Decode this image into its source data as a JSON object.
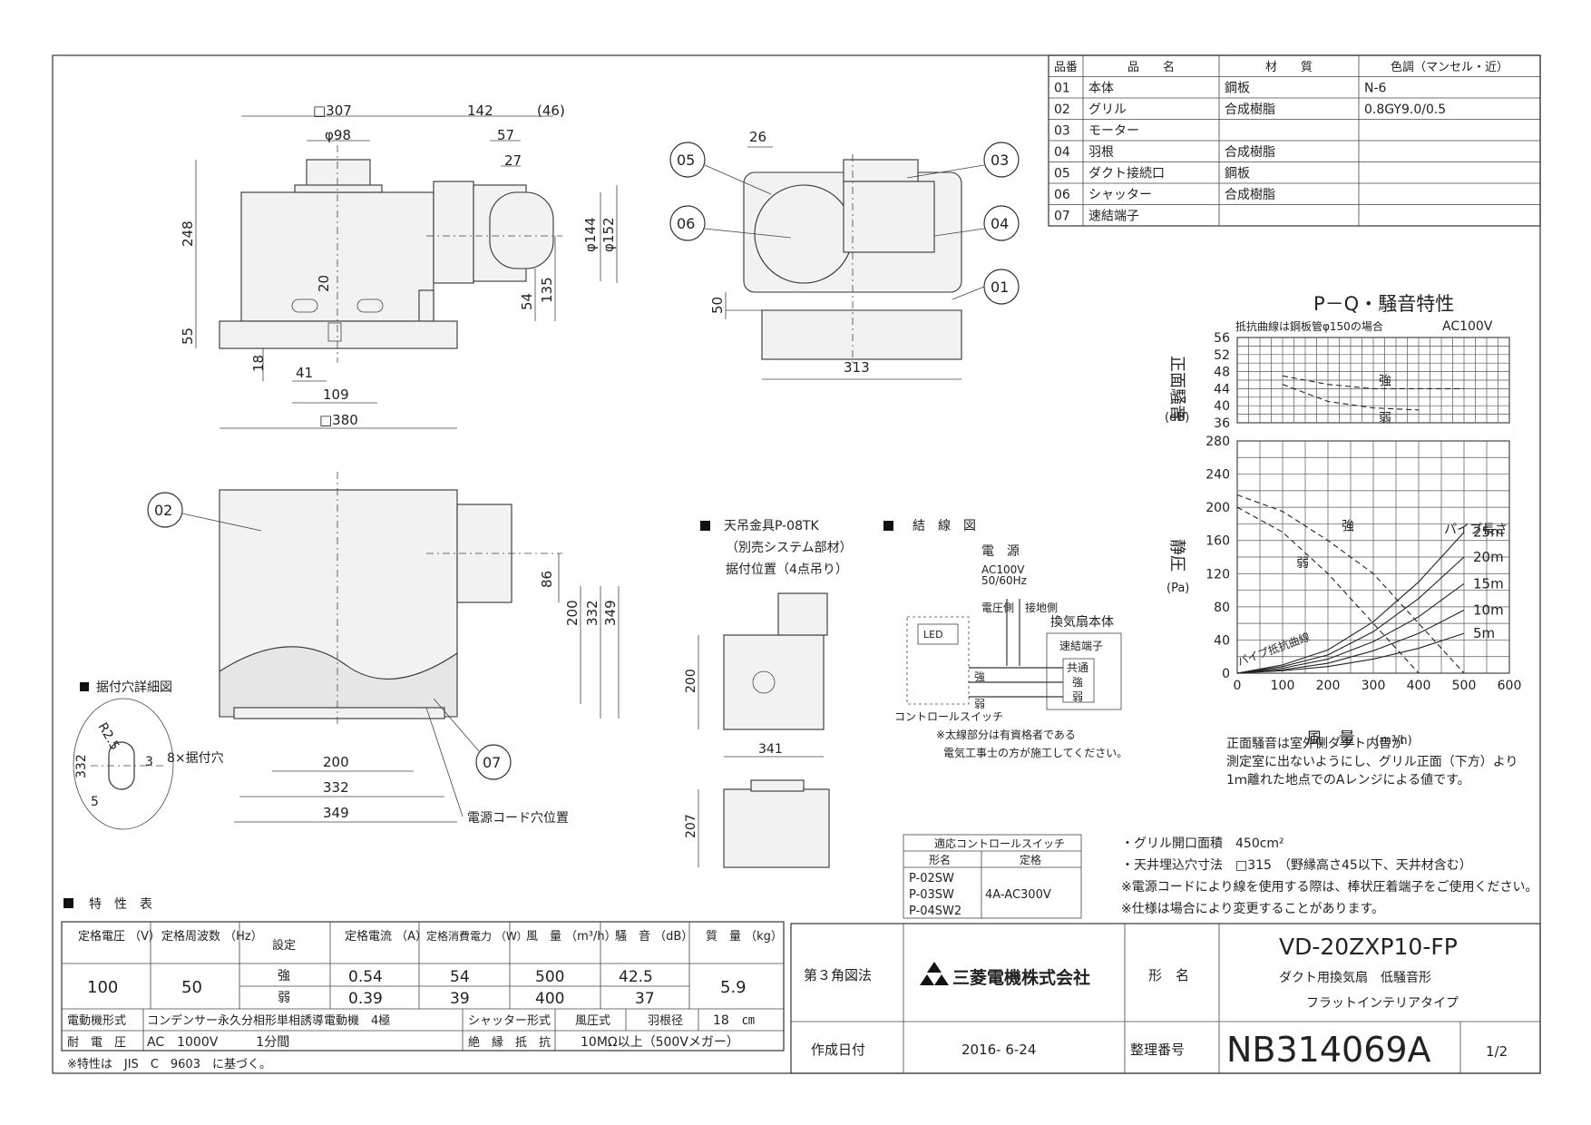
{
  "parts_table": {
    "headers": [
      "品番",
      "品　　名",
      "材　　質",
      "色調（マンセル・近）"
    ],
    "rows": [
      [
        "01",
        "本体",
        "鋼板",
        "N-6"
      ],
      [
        "02",
        "グリル",
        "合成樹脂",
        "0.8GY9.0/0.5"
      ],
      [
        "03",
        "モーター",
        "",
        ""
      ],
      [
        "04",
        "羽根",
        "合成樹脂",
        ""
      ],
      [
        "05",
        "ダクト接続口",
        "鋼板",
        ""
      ],
      [
        "06",
        "シャッター",
        "合成樹脂",
        ""
      ],
      [
        "07",
        "速結端子",
        "",
        ""
      ]
    ]
  },
  "dims": {
    "top": [
      "□307",
      "142",
      "(46)",
      "φ98",
      "57",
      "27",
      "248",
      "55",
      "20",
      "φ144",
      "φ152",
      "54",
      "135",
      "18",
      "41",
      "109",
      "□380"
    ],
    "side": [
      "26",
      "50",
      "313"
    ],
    "front": [
      "86",
      "200",
      "332",
      "349",
      "200",
      "332",
      "349"
    ],
    "detail": [
      "332",
      "R2.5",
      "3",
      "5",
      "8×据付穴"
    ]
  },
  "callouts": [
    "01",
    "02",
    "03",
    "04",
    "05",
    "06",
    "07"
  ],
  "labels": {
    "detail_title": "据付穴詳細図",
    "cord_hole": "電源コード穴位置",
    "hanger_title": "天吊金具P-08TK",
    "hanger_sub": "（別売システム部材）",
    "hanger_pos": "据付位置（4点吊り）",
    "hanger_dims": [
      "200",
      "341",
      "207"
    ],
    "wiring_title": "結　線　図",
    "power": "電　源",
    "power_spec1": "AC100V",
    "power_spec2": "50/60Hz",
    "v_side": "電圧側",
    "g_side": "接地側",
    "fan_body": "換気扇本体",
    "terminal": "速結端子",
    "term_common": "共通",
    "term_strong": "強",
    "term_weak": "弱",
    "ctrl_switch": "コントロールスイッチ",
    "sw_strong": "強",
    "sw_weak": "弱",
    "note_bold1": "※太線部分は有資格者である",
    "note_bold2": "電気工事士の方が施工してください。",
    "led": "LED"
  },
  "switch_table": {
    "title": "適応コントロールスイッチ",
    "headers": [
      "形名",
      "定格"
    ],
    "models": [
      "P-02SW",
      "P-03SW",
      "P-04SW2"
    ],
    "rating": "4A-AC300V"
  },
  "chart_data": [
    {
      "type": "line",
      "title": "P－Q・騒音特性",
      "subtitle": "抵抗曲線は鋼板管φ150の場合",
      "power_label": "AC100V",
      "ylabel": "正面騒音",
      "yunit": "(dB)",
      "ylim": [
        36,
        56
      ],
      "yticks": [
        36,
        40,
        44,
        48,
        52,
        56
      ],
      "xlim": [
        0,
        600
      ],
      "series": [
        {
          "name": "強",
          "x": [
            100,
            200,
            300,
            400,
            500
          ],
          "values": [
            47,
            45,
            44,
            44,
            44
          ]
        },
        {
          "name": "弱",
          "x": [
            100,
            200,
            300,
            400
          ],
          "values": [
            45,
            41,
            39.5,
            39
          ]
        }
      ]
    },
    {
      "type": "line",
      "ylabel": "静圧",
      "yunit": "(Pa)",
      "xlabel": "風　量",
      "xunit": "(m³/h)",
      "xlim": [
        0,
        600
      ],
      "ylim": [
        0,
        280
      ],
      "xticks": [
        0,
        100,
        200,
        300,
        400,
        500,
        600
      ],
      "yticks": [
        0,
        40,
        80,
        120,
        160,
        200,
        240,
        280
      ],
      "series": [
        {
          "name": "強",
          "x": [
            0,
            100,
            200,
            300,
            400,
            500
          ],
          "values": [
            215,
            195,
            160,
            120,
            60,
            0
          ]
        },
        {
          "name": "弱",
          "x": [
            0,
            100,
            200,
            300,
            400
          ],
          "values": [
            200,
            170,
            120,
            60,
            0
          ]
        }
      ],
      "resistance_curves": [
        {
          "name": "25m",
          "x": [
            0,
            100,
            200,
            300,
            400,
            500
          ],
          "values": [
            0,
            10,
            28,
            62,
            110,
            170
          ]
        },
        {
          "name": "20m",
          "x": [
            0,
            100,
            200,
            300,
            400,
            500
          ],
          "values": [
            0,
            8,
            22,
            50,
            90,
            140
          ]
        },
        {
          "name": "15m",
          "x": [
            0,
            100,
            200,
            300,
            400,
            500
          ],
          "values": [
            0,
            6,
            17,
            38,
            68,
            108
          ]
        },
        {
          "name": "10m",
          "x": [
            0,
            100,
            200,
            300,
            400,
            500
          ],
          "values": [
            0,
            4,
            12,
            27,
            48,
            76
          ]
        },
        {
          "name": "5m",
          "x": [
            0,
            100,
            200,
            300,
            400,
            500
          ],
          "values": [
            0,
            3,
            8,
            17,
            30,
            48
          ]
        }
      ],
      "pipe_label": "パイプ長さ",
      "resist_label": "パイプ抵抗曲線"
    }
  ],
  "chart_notes": [
    "正面騒音は室外側ダクト内音が",
    "測定室に出ないようにし、グリル正面（下方）より",
    "1ｍ離れた地点でのAレンジによる値です。"
  ],
  "spec_notes": [
    "・グリル開口面積　450cm²",
    "・天井埋込穴寸法　□315　（野縁高さ45以下、天井材含む）",
    "※電源コードにより線を使用する際は、棒状圧着端子をご使用ください。",
    "※仕様は場合により変更することがあります。"
  ],
  "spec_table": {
    "title": "特　性　表",
    "headers": [
      "定格電圧\n（V）",
      "定格周波数\n（Hz）",
      "設定",
      "定格電流\n（A）",
      "定格消費電力\n（W）",
      "風　量\n（m³/h）",
      "騒　音\n（dB）",
      "質　量\n（kg）"
    ],
    "voltage": "100",
    "frequency": "50",
    "mass": "5.9",
    "rows": [
      {
        "setting": "強",
        "current": "0.54",
        "power": "54",
        "flow": "500",
        "noise": "42.5"
      },
      {
        "setting": "弱",
        "current": "0.39",
        "power": "39",
        "flow": "400",
        "noise": "37"
      }
    ],
    "motor_label": "電動機形式",
    "motor_value": "コンデンサー永久分相形単相誘導電動機　4極",
    "shutter_label": "シャッター形式",
    "shutter_value": "風圧式",
    "blade_label": "羽根径",
    "blade_value": "18　㎝",
    "withstand_label": "耐　電　圧",
    "withstand_value": "AC　1000V　　　1分間",
    "insulation_label": "絶　縁　抵　抗",
    "insulation_value": "10MΩ以上（500Vメガー）",
    "footnote": "※特性は　JIS　C　9603　に基づく。"
  },
  "title_block": {
    "projection": "第３角図法",
    "company": "三菱電機株式会社",
    "model_label": "形　名",
    "model": "VD-20ZXP10-FP",
    "desc1": "ダクト用換気扇　低騒音形",
    "desc2": "フラットインテリアタイプ",
    "date_label": "作成日付",
    "date": "2016- 6-24",
    "number_label": "整理番号",
    "number": "NB314069A",
    "sheet": "1/2"
  }
}
